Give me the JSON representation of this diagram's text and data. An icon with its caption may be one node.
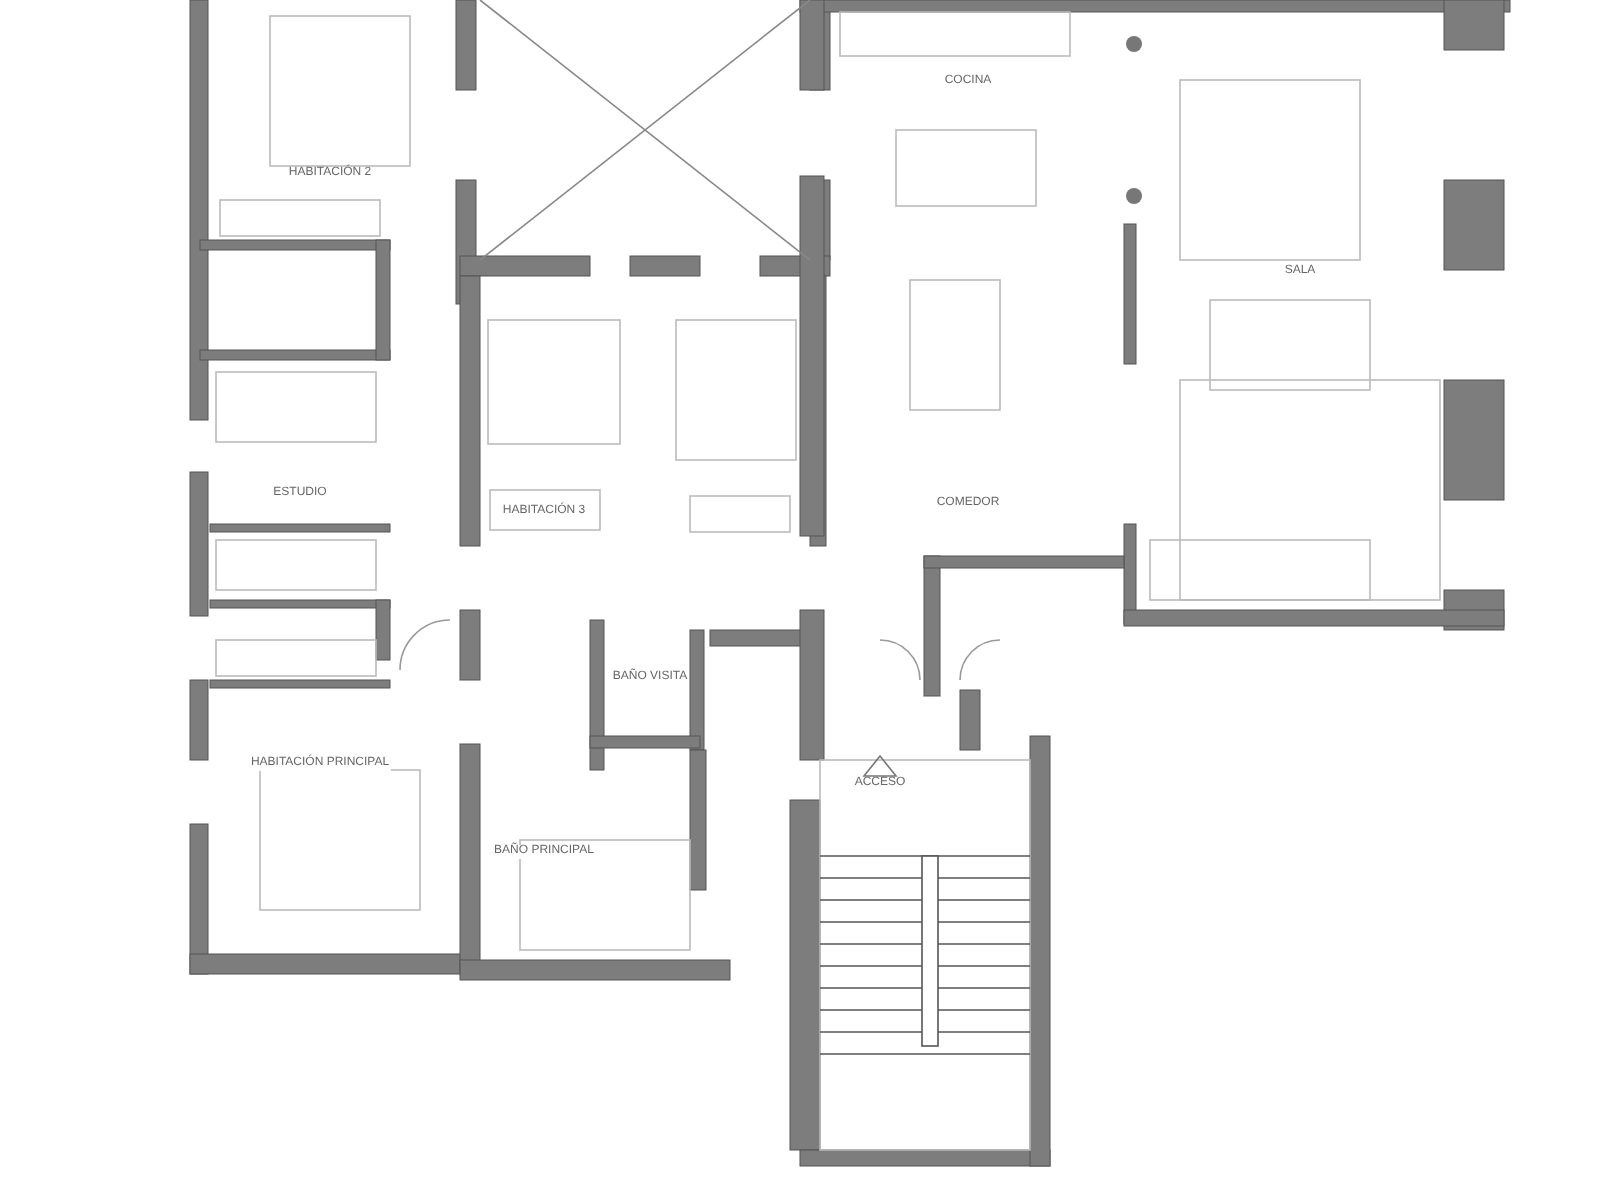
{
  "diagram": {
    "labels": [
      "HABITACIÓN 2",
      "COCINA",
      "SALA",
      "ESTUDIO",
      "COMEDOR",
      "HABITACIÓN 3",
      "BAÑO VISITA",
      "HABITACIÓN PRINCIPAL",
      "ACCESO",
      "BAÑO PRINCIPAL"
    ]
  }
}
